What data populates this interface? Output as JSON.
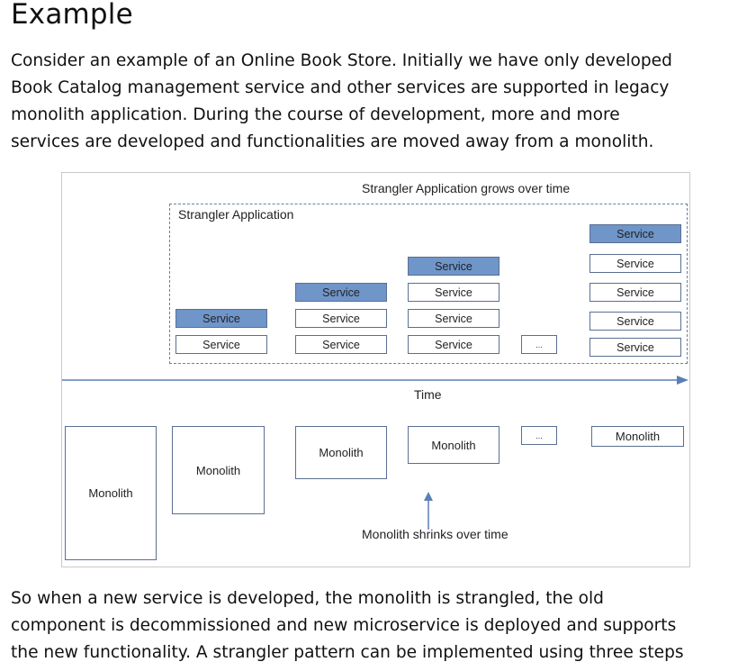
{
  "heading": "Example",
  "paragraph1": [
    "Consider an example of an Online Book Store. Initially we have only developed",
    "Book Catalog management service and other services are supported in legacy",
    "monolith application. During the course of development, more and more",
    "services are developed and functionalities are moved away from a monolith."
  ],
  "diagram": {
    "top_label": "Strangler Application grows over time",
    "strangler_label": "Strangler Application",
    "time_label": "Time",
    "bottom_label": "Monolith shrinks over time",
    "service_label": "Service",
    "monolith_label": "Monolith",
    "ellipsis": "...",
    "colors": {
      "new_service": "#6f95c9",
      "border": "#5a6f93",
      "arrow": "#5a7fb5"
    }
  },
  "paragraph2": [
    "So when a new service is developed, the monolith is strangled, the old",
    "component is decommissioned and new microservice is deployed and supports",
    "the new functionality. A strangler pattern can be implemented using three steps"
  ]
}
